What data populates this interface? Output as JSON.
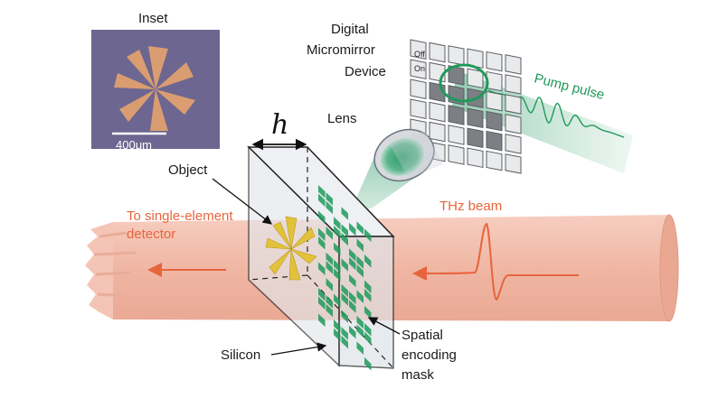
{
  "inset": {
    "title": "Inset",
    "scale_bar": "400μm"
  },
  "dmd": {
    "line1": "Digital",
    "line2": "Micromirror",
    "line3": "Device",
    "off": "Off",
    "on": "On"
  },
  "labels": {
    "pump": "Pump pulse",
    "lens": "Lens",
    "h": "h",
    "object": "Object",
    "detector_line1": "To single-element",
    "detector_line2": "detector",
    "thz": "THz beam",
    "silicon": "Silicon",
    "mask_line1": "Spatial",
    "mask_line2": "encoding",
    "mask_line3": "mask"
  },
  "colors": {
    "beam": "#f2b8a6",
    "beam_stroke": "#e6a08a",
    "orange": "#e8643c",
    "green": "#1f9a5a",
    "gold": "#e2c23a",
    "inset_bg": "#6d6690",
    "inset_pattern": "#e0a070"
  }
}
